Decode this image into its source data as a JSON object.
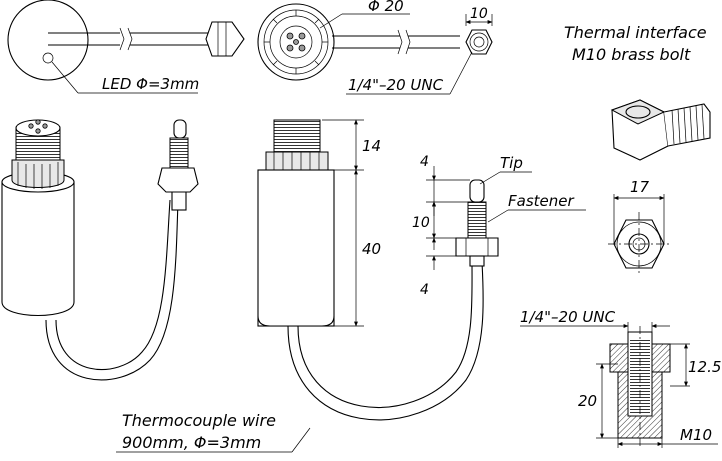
{
  "labels": {
    "led": "LED Φ=3mm",
    "phi20": "Φ 20",
    "dim10_top": "10",
    "unc_top": "1/4\"–20 UNC",
    "thermal_line1": "Thermal interface",
    "thermal_line2": "M10 brass bolt",
    "dim14": "14",
    "dim40": "40",
    "dim4_upper": "4",
    "dim10_probe": "10",
    "dim4_lower": "4",
    "tip": "Tip",
    "fastener": "Fastener",
    "dim17": "17",
    "unc_section": "1/4\"–20 UNC",
    "dim12_5": "12.5",
    "dim20": "20",
    "m10": "M10",
    "wire_line1": "Thermocouple wire",
    "wire_line2": "900mm, Φ=3mm"
  },
  "colors": {
    "line": "#000000",
    "shade": "#e8e8e8",
    "section_fill": "#9a9a9a",
    "background": "#ffffff"
  }
}
